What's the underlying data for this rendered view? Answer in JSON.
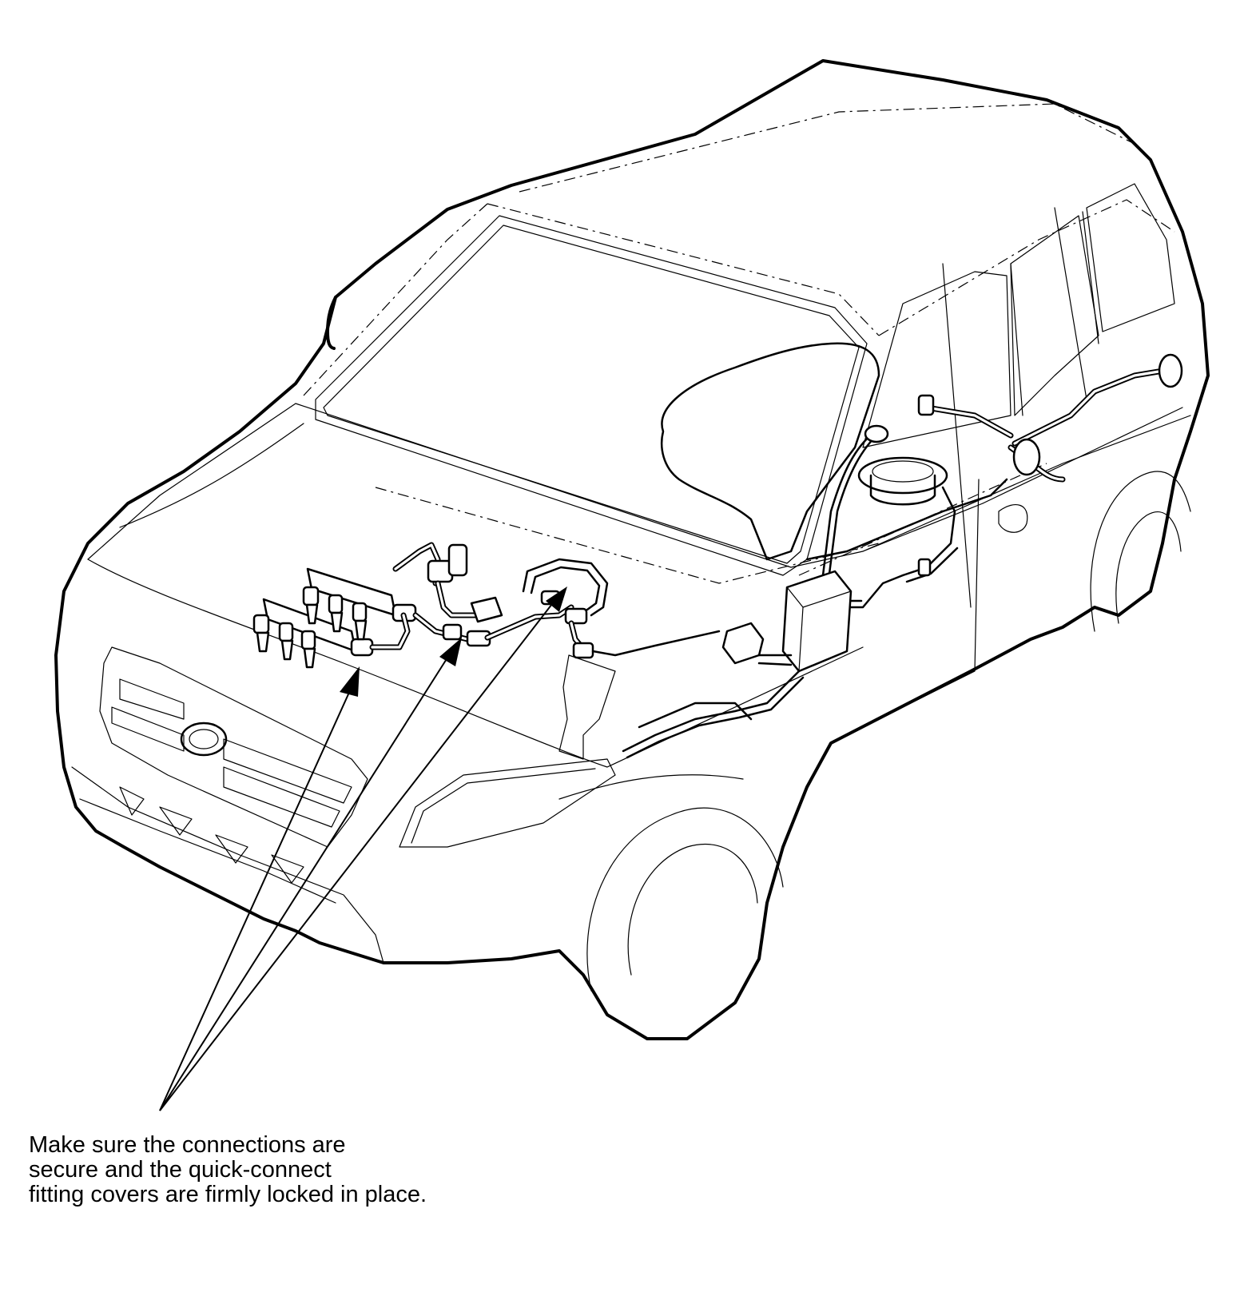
{
  "callout": {
    "lines": [
      "Make sure the connections are",
      "secure and the quick-connect",
      "fitting covers are firmly locked in place."
    ]
  }
}
